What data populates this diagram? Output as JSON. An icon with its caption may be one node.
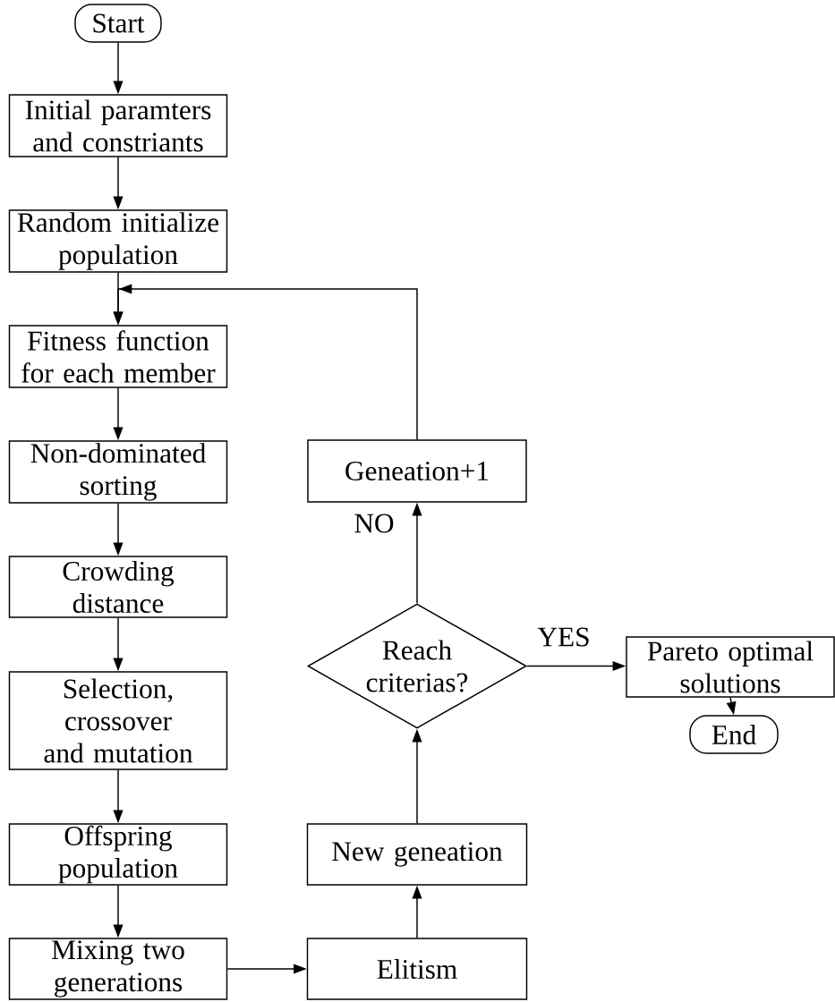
{
  "diagram": {
    "nodes": [
      {
        "text": [
          "Start"
        ]
      },
      {
        "text": [
          "Initial paramters and constriants"
        ]
      },
      {
        "text": [
          "Random initialize population"
        ]
      },
      {
        "text": [
          "Fitness function for each member"
        ]
      },
      {
        "text": [
          "Non-dominated sorting"
        ]
      },
      {
        "text": [
          "Crowding distance"
        ]
      },
      {
        "text": [
          "Selection, crossover and mutation"
        ]
      },
      {
        "text": [
          "Offspring population"
        ]
      },
      {
        "text": [
          "Mixing two generations"
        ]
      },
      {
        "text": [
          "Elitism"
        ]
      },
      {
        "text": [
          "New geneation"
        ]
      },
      {
        "text": [
          "Reach criterias?"
        ]
      },
      {
        "text": [
          "Geneation+1"
        ]
      },
      {
        "text": [
          "Pareto optimal solutions"
        ]
      },
      {
        "text": [
          "End"
        ]
      }
    ],
    "edges": [
      {
        "from": 0,
        "to": 1,
        "arrow": "to"
      },
      {
        "from": 1,
        "to": 2,
        "arrow": "to"
      },
      {
        "from": 2,
        "to": 3,
        "arrow": "to"
      },
      {
        "from": 3,
        "to": 4,
        "arrow": "to"
      },
      {
        "from": 4,
        "to": 5,
        "arrow": "to"
      },
      {
        "from": 5,
        "to": 6,
        "arrow": "to"
      },
      {
        "from": 6,
        "to": 7,
        "arrow": "to"
      },
      {
        "from": 7,
        "to": 8,
        "arrow": "to"
      },
      {
        "from": 8,
        "to": 9,
        "arrow": "to"
      },
      {
        "from": 9,
        "to": 10,
        "arrow": "to"
      },
      {
        "from": 10,
        "to": 11,
        "arrow": "to"
      },
      {
        "from": 11,
        "to": 12,
        "arrow": "to",
        "label": "NO"
      },
      {
        "from": 11,
        "to": 13,
        "arrow": "to",
        "label": "YES"
      },
      {
        "from": 13,
        "to": 14,
        "arrow": "to"
      },
      {
        "from": 12,
        "to": 3,
        "arrow": "to"
      }
    ]
  }
}
